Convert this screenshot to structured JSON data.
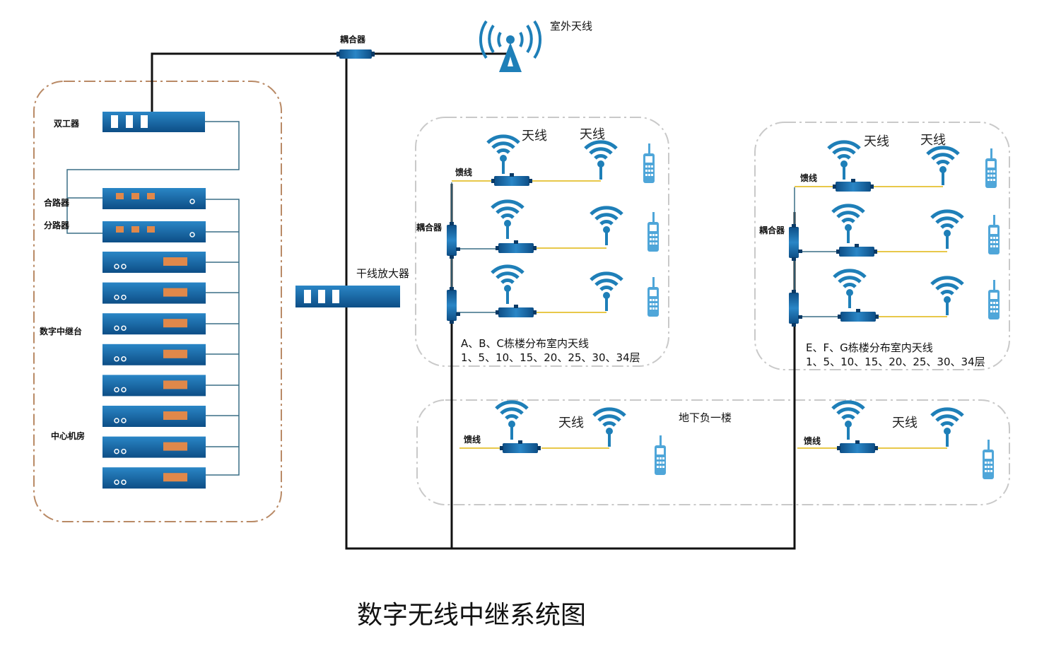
{
  "title": "数字无线中继系统图",
  "central_room": {
    "duplexer_label": "双工器",
    "combiner_label": "合路器",
    "splitter_label": "分路器",
    "repeater_label": "数字中继台",
    "room_label": "中心机房",
    "repeater_count": 8
  },
  "outdoor": {
    "coupler_label": "耦合器",
    "antenna_label": "室外天线"
  },
  "trunk_amplifier_label": "干线放大器",
  "zone_abc": {
    "feeder_label": "馈线",
    "coupler_label": "耦合器",
    "antenna_label": "天线",
    "caption_line1": "A、B、C栋楼分布室内天线",
    "caption_line2": "1、5、10、15、20、25、30、34层"
  },
  "zone_efg": {
    "feeder_label": "馈线",
    "coupler_label": "耦合器",
    "antenna_label": "天线",
    "caption_line1": "E、F、G栋楼分布室内天线",
    "caption_line2": "1、5、10、15、20、25、30、34层"
  },
  "basement": {
    "label": "地下负一楼",
    "feeder_label": "馈线",
    "antenna_label": "天线"
  },
  "colors": {
    "device_blue": "#1a6faa",
    "device_dark": "#0e4f85",
    "cable": "#111111",
    "feeder": "#e8c84a",
    "dash_border": "#b98a66",
    "zone_border": "#c9c9c9",
    "led_orange": "#e0884a",
    "antenna_blue": "#1e7fb8",
    "radio_blue": "#4fa6d9"
  }
}
